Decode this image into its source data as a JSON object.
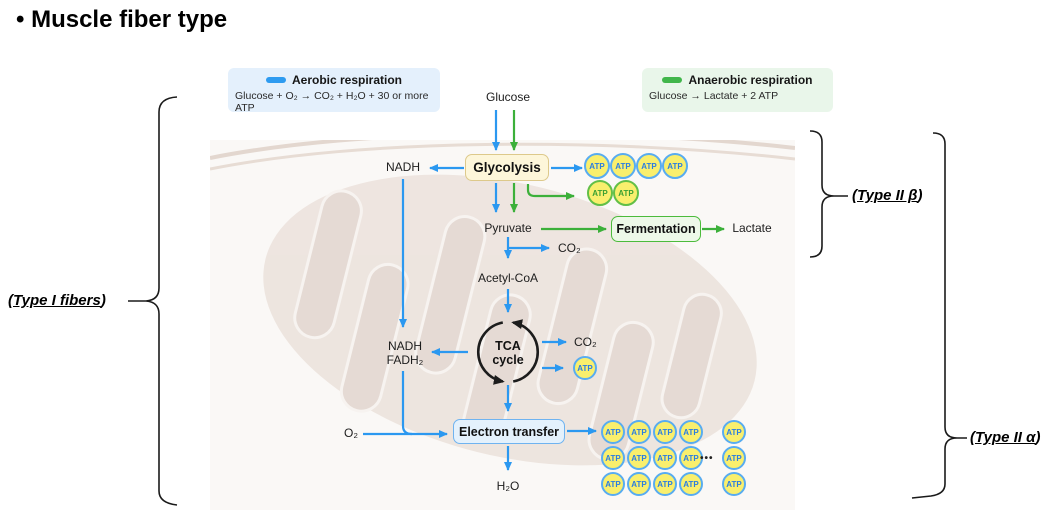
{
  "title": "• Muscle fiber type",
  "legend": {
    "aerobic": {
      "title": "Aerobic respiration",
      "formula": "Glucose + O₂ → CO₂ + H₂O + 30 or more ATP"
    },
    "anaerobic": {
      "title": "Anaerobic respiration",
      "formula": "Glucose → Lactate + 2 ATP"
    }
  },
  "fiber_labels": {
    "type1": {
      "pre": "(",
      "text": "Type I fibers",
      "post": ")"
    },
    "type2b": {
      "pre": "(",
      "text": "Type II β",
      "post": ")"
    },
    "type2a": {
      "pre": "(",
      "text": "Type II α",
      "post": ")"
    }
  },
  "pathway": {
    "glucose": "Glucose",
    "glycolysis": "Glycolysis",
    "nadh_top": "NADH",
    "pyruvate": "Pyruvate",
    "fermentation": "Fermentation",
    "lactate": "Lactate",
    "co2_pyruvate": "CO₂",
    "acetyl_coa": "Acetyl-CoA",
    "tca_line1": "TCA",
    "tca_line2": "cycle",
    "nadh_mid": "NADH",
    "fadh2": "FADH₂",
    "co2_tca": "CO₂",
    "electron_transfer": "Electron transfer",
    "o2": "O₂",
    "h2o": "H₂O",
    "ellipsis": "•••"
  },
  "atp": {
    "label": "ATP"
  },
  "colors": {
    "aerobic_blue": "#2e9bf0",
    "anaerobic_green": "#41b64b",
    "atp_yellow": "#f9ef6d",
    "glycolysis_box_fill": "#fdf6da",
    "glycolysis_box_border": "#ddc98b",
    "fermentation_box_fill": "#edf8e8",
    "fermentation_box_border": "#4cbb3c",
    "electron_box_fill": "#e4f1fc",
    "electron_box_border": "#6fb3f0",
    "mitochondria_tint": "#e9ded7"
  }
}
